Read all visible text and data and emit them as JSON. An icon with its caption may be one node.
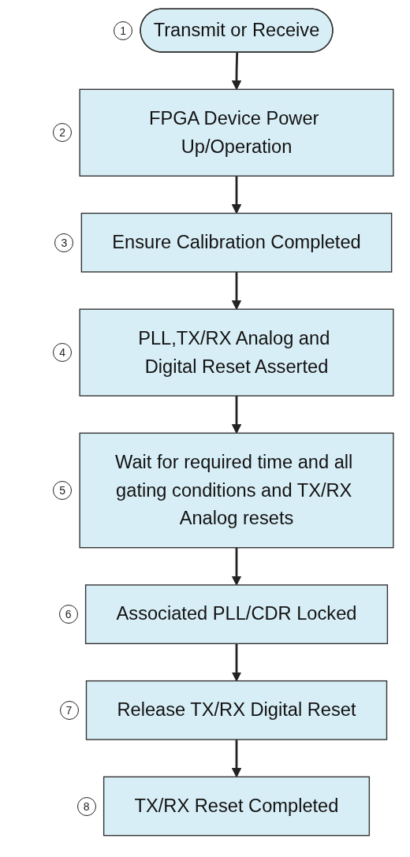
{
  "diagram": {
    "nodes": [
      {
        "text": [
          "Transmit or Receive"
        ],
        "beside": [
          "1"
        ]
      },
      {
        "text": [
          "FPGA Device Power Up/Operation"
        ],
        "beside": [
          "2"
        ]
      },
      {
        "text": [
          "Ensure Calibration Completed"
        ],
        "beside": [
          "3"
        ]
      },
      {
        "text": [
          "PLL,TX/RX Analog and Digital Reset Asserted"
        ],
        "beside": [
          "4"
        ]
      },
      {
        "text": [
          "Wait for required time and all gating conditions and TX/RX Analog resets"
        ],
        "beside": [
          "5"
        ]
      },
      {
        "text": [
          "Associated PLL/CDR Locked"
        ],
        "beside": [
          "6"
        ]
      },
      {
        "text": [
          "Release TX/RX Digital Reset"
        ],
        "beside": [
          "7"
        ]
      },
      {
        "text": [
          "TX/RX Reset Completed"
        ],
        "beside": [
          "8"
        ]
      }
    ],
    "edges": [
      {
        "from": 0,
        "to": 1,
        "arrow": "to"
      },
      {
        "from": 1,
        "to": 2,
        "arrow": "to"
      },
      {
        "from": 2,
        "to": 3,
        "arrow": "to"
      },
      {
        "from": 3,
        "to": 4,
        "arrow": "to"
      },
      {
        "from": 4,
        "to": 5,
        "arrow": "to"
      },
      {
        "from": 5,
        "to": 6,
        "arrow": "to"
      },
      {
        "from": 6,
        "to": 7,
        "arrow": "to"
      }
    ]
  }
}
